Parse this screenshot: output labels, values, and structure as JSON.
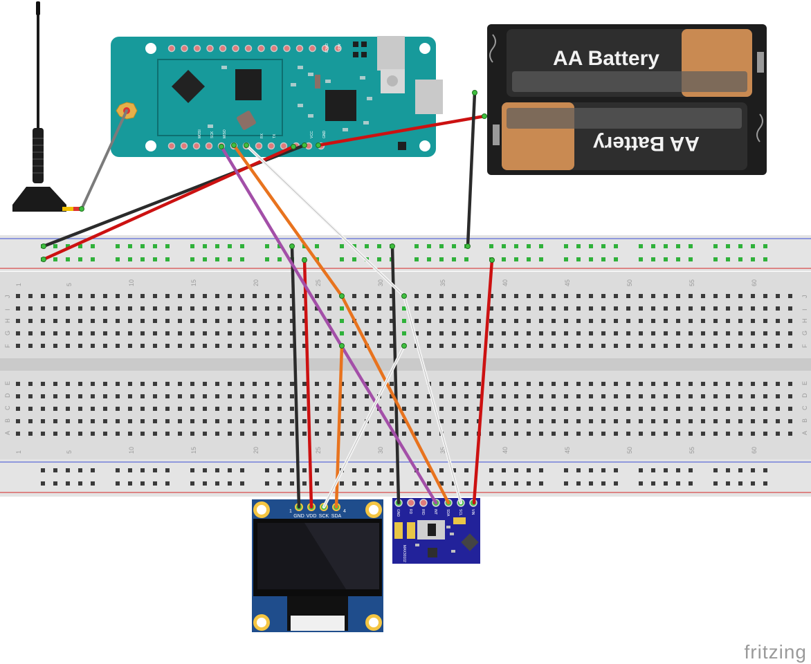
{
  "battery": {
    "label_top": "AA Battery",
    "label_bottom": "AA Battery"
  },
  "oled": {
    "pins": [
      "GND",
      "VDD",
      "SCK",
      "SDA"
    ],
    "pin_first": "1",
    "pin_last": "4"
  },
  "sensor": {
    "pins": [
      "GND",
      "RD",
      "IRD",
      "INT",
      "SDA",
      "SCL",
      "VIN"
    ],
    "chip": "MAX30102"
  },
  "breadboard": {
    "col_numbers": [
      "1",
      "5",
      "10",
      "15",
      "20",
      "25",
      "30",
      "35",
      "40",
      "45",
      "50",
      "55",
      "60"
    ],
    "rows_top": [
      "J",
      "I",
      "H",
      "G",
      "F"
    ],
    "rows_bottom": [
      "E",
      "D",
      "C",
      "B",
      "A"
    ]
  },
  "mcu": {
    "pin_labels_top": [
      "DAC0",
      "ARF"
    ],
    "pin_labels_bottom": [
      "MOSI",
      "SCK",
      "MISO",
      "RX",
      "TX",
      "VCC",
      "GND"
    ]
  },
  "brand": {
    "name": "fritzing"
  },
  "colors": {
    "pcb": "#179a9b",
    "wire_black": "#2b2b2b",
    "wire_red": "#cc1111",
    "wire_orange": "#e8731e",
    "wire_white": "#f4f4f4",
    "wire_purple": "#a34fa8",
    "oled_pcb": "#1f4d8c",
    "sensor_pcb": "#22229a"
  }
}
